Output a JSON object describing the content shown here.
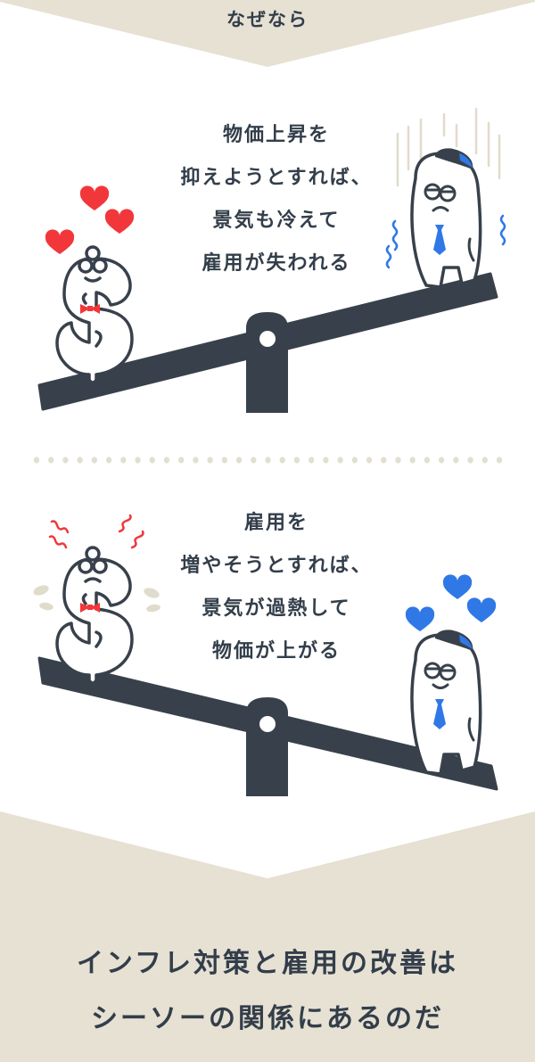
{
  "header": {
    "label": "なぜなら"
  },
  "scene_1": {
    "message_lines": [
      "物価上昇を",
      "抑えようとすれば、",
      "景気も冷えて",
      "雇用が失われる"
    ],
    "left_character": {
      "name": "dollar-sign",
      "mood": "happy",
      "effect": "red-hearts"
    },
    "right_character": {
      "name": "worker",
      "mood": "sad-shivering",
      "effect": "gloom-lines"
    },
    "seesaw_tilt": "left-down"
  },
  "divider": {
    "style": "dotted",
    "dot_count": 33
  },
  "scene_2": {
    "message_lines": [
      "雇用を",
      "増やそうとすれば、",
      "景気が過熱して",
      "物価が上がる"
    ],
    "left_character": {
      "name": "dollar-sign",
      "mood": "upset-sweating",
      "effect": "red-squiggles"
    },
    "right_character": {
      "name": "worker",
      "mood": "happy",
      "effect": "blue-hearts"
    },
    "seesaw_tilt": "right-down"
  },
  "conclusion": {
    "lines": [
      "インフレ対策と雇用の改善は",
      "シーソーの関係にあるのだ"
    ]
  },
  "colors": {
    "band": "#e6e1d3",
    "ink": "#38414b",
    "red": "#f2373a",
    "blue": "#2f78e6",
    "dots": "#e3dfcf"
  }
}
